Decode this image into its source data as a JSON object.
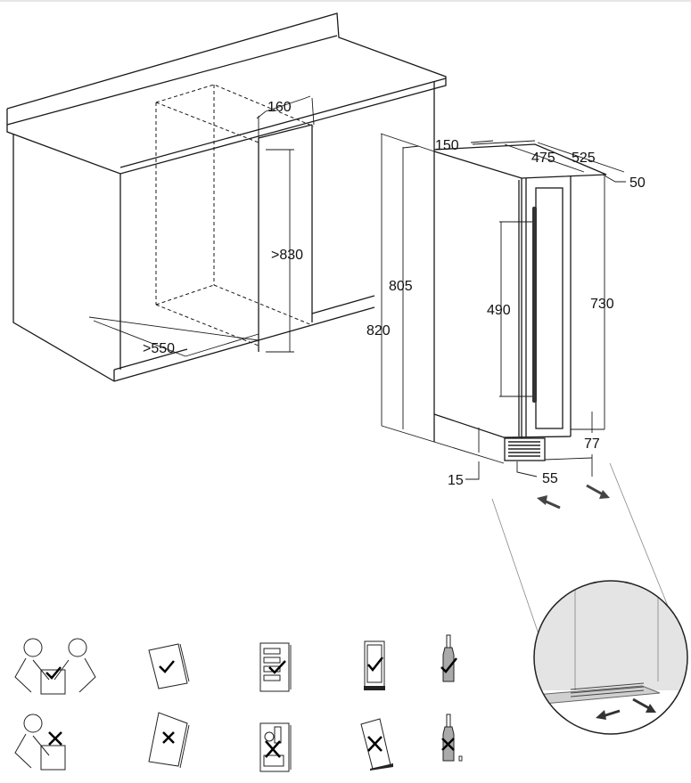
{
  "cabinet_dimensions": {
    "top_width": "160",
    "height": ">830",
    "depth": ">550"
  },
  "appliance_dimensions": {
    "side_offset": "150",
    "depth_body": "475",
    "depth_total": "525",
    "top_gap": "50",
    "height_total": "820",
    "height_body": "805",
    "handle_length": "490",
    "door_height": "730",
    "plinth_height": "77",
    "bottom_gap": "15",
    "plinth_depth": "55"
  },
  "pictograms": {
    "row_ok": [
      "two-person-lift-ok",
      "manual-ok",
      "bottles-only-ok",
      "upright-transport-ok",
      "wine-bottle-ok"
    ],
    "row_not_ok": [
      "single-person-lift-not-ok",
      "manual-not-ok",
      "food-not-ok",
      "tilted-transport-not-ok",
      "wine-bottle-not-ok"
    ]
  }
}
